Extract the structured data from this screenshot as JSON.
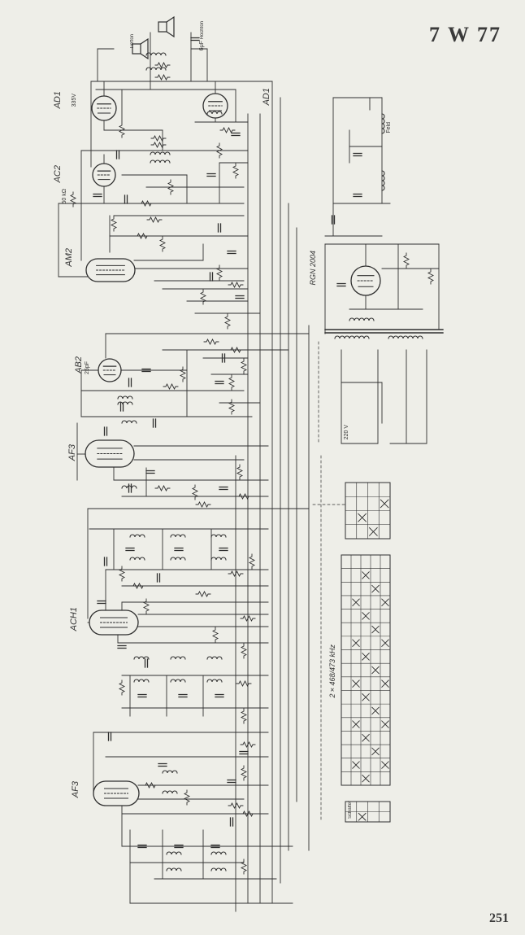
{
  "header": {
    "model": "7 W 77"
  },
  "footer": {
    "page_number": "251"
  },
  "tubes": {
    "ad1_left": "AD1",
    "ad1_right": "AD1",
    "ac2": "AC2",
    "am2": "AM2",
    "ab2": "AB2",
    "af3_if": "AF3",
    "ach1": "ACH1",
    "af3_rf": "AF3"
  },
  "rectifier": {
    "tube": "RGN 2004"
  },
  "if_frequency": "2×468/473 kHz",
  "speakers": {
    "bass": "Tiefton",
    "treble": "Hochton"
  },
  "values": {
    "anode_voltage": "335V",
    "speaker_cap": "6μF",
    "ac2_grid_res": "50 kΩ",
    "ab2_cap": "25pF"
  },
  "power": {
    "field": "Feld",
    "mains": "220 V"
  },
  "switch_table": {
    "header": "Schalter"
  },
  "colors": {
    "paper": "#eeeee8",
    "ink": "#2f2f2f"
  }
}
